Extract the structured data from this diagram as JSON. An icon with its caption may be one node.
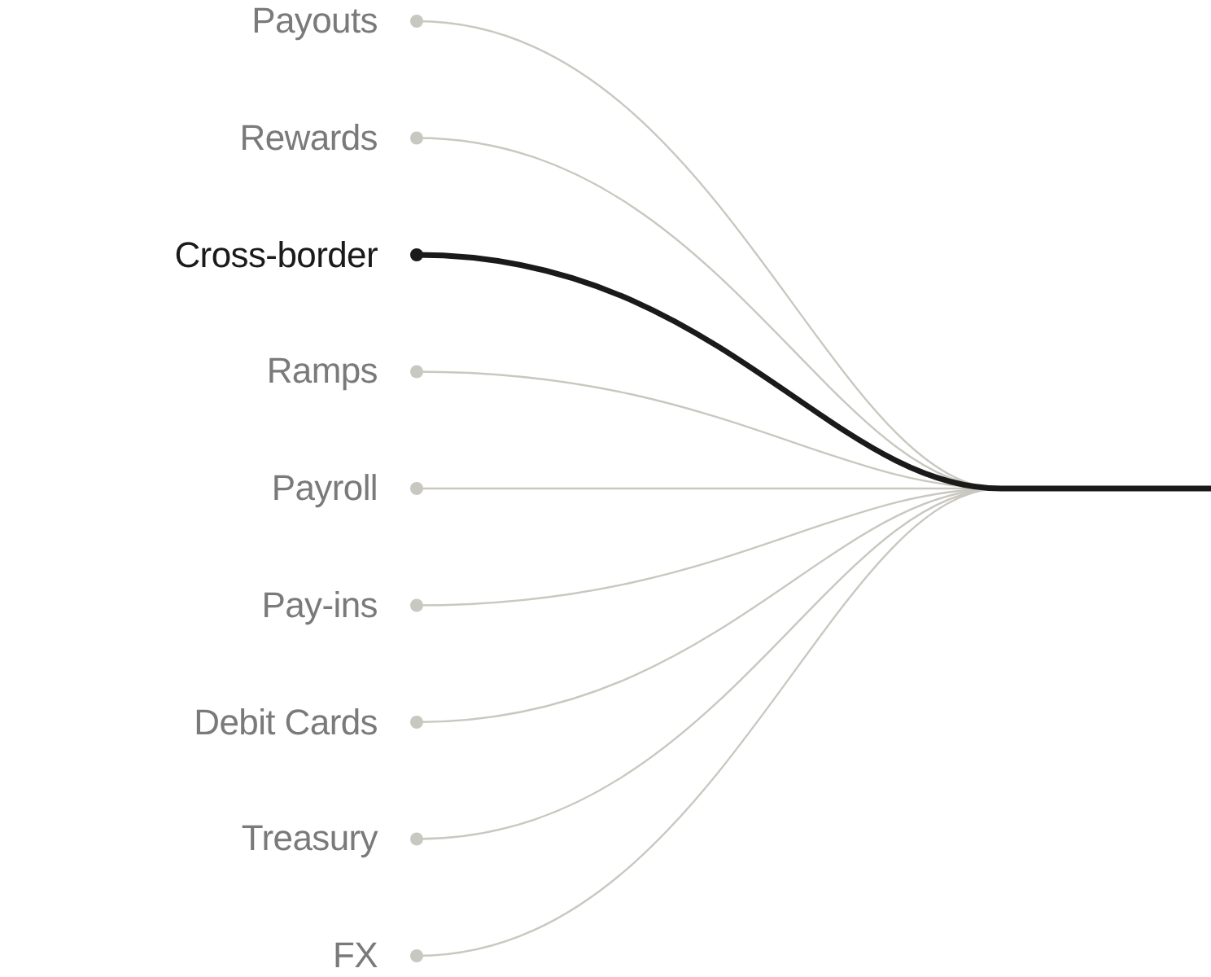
{
  "diagram": {
    "nodes": [
      {
        "text": [
          "Payouts"
        ]
      },
      {
        "text": [
          "Rewards"
        ]
      },
      {
        "text": [
          "Cross-border"
        ]
      },
      {
        "text": [
          "Ramps"
        ]
      },
      {
        "text": [
          "Payroll"
        ]
      },
      {
        "text": [
          "Pay-ins"
        ]
      },
      {
        "text": [
          "Debit Cards"
        ]
      },
      {
        "text": [
          "Treasury"
        ]
      },
      {
        "text": [
          "FX"
        ]
      }
    ],
    "edges": [
      {
        "from": 0,
        "to": null,
        "arrow": "other"
      },
      {
        "from": 1,
        "to": null,
        "arrow": "other"
      },
      {
        "from": 3,
        "to": null,
        "arrow": "other"
      },
      {
        "from": 4,
        "to": null,
        "arrow": "other"
      },
      {
        "from": 5,
        "to": null,
        "arrow": "other"
      },
      {
        "from": 6,
        "to": null,
        "arrow": "other"
      },
      {
        "from": 7,
        "to": null,
        "arrow": "other"
      },
      {
        "from": 8,
        "to": null,
        "arrow": "other"
      },
      {
        "from": 2,
        "to": null,
        "arrow": "other",
        "style": "thick",
        "color": "#1a1a1a"
      }
    ]
  }
}
